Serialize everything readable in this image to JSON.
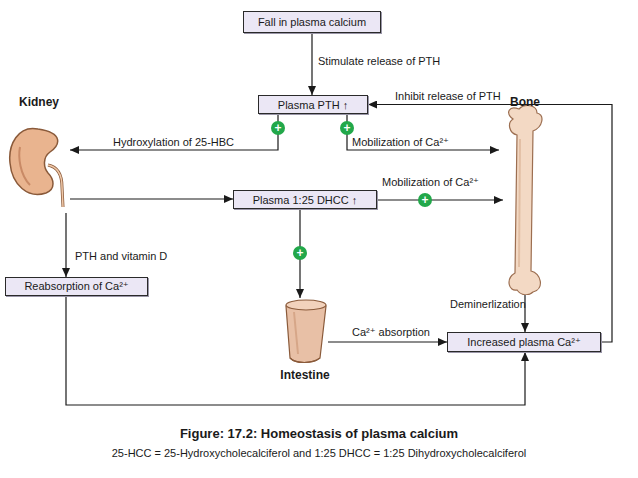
{
  "diagram": {
    "caption": "Figure: 17.2: Homeostasis of plasma calcium",
    "nodes": [
      {
        "text": [
          "Fall in plasma calcium"
        ]
      },
      {
        "text": [
          "Plasma PTH ↑"
        ]
      },
      {
        "text": [
          "Kidney"
        ]
      },
      {
        "text": [
          "Bone"
        ]
      },
      {
        "text": [
          "Plasma 1:25 DHCC ↑"
        ]
      },
      {
        "text": [
          "Reabsorption of Ca²⁺"
        ]
      },
      {
        "text": [
          "Intestine"
        ]
      },
      {
        "text": [
          "Increased plasma Ca²⁺"
        ]
      }
    ],
    "edges": [
      {
        "from": 0,
        "to": 1,
        "label": "Stimulate release of PTH",
        "arrow": "to"
      },
      {
        "from": 1,
        "to": 2,
        "label": "Hydroxylation of 25-HBC",
        "arrow": "to"
      },
      {
        "from": 1,
        "to": 3,
        "label": "Mobilization of Ca²⁺",
        "arrow": "to"
      },
      {
        "from": 2,
        "to": 4,
        "arrow": "to"
      },
      {
        "from": 4,
        "to": 3,
        "label": "Mobilization of Ca²⁺",
        "arrow": "to"
      },
      {
        "from": 4,
        "to": 6,
        "arrow": "to"
      },
      {
        "from": 2,
        "to": 5,
        "label": "PTH and vitamin D",
        "arrow": "to"
      },
      {
        "from": 6,
        "to": 7,
        "label": "Ca²⁺ absorption",
        "arrow": "to"
      },
      {
        "from": 3,
        "to": 7,
        "label": "Deminerlization",
        "arrow": "to"
      },
      {
        "from": 5,
        "to": 7,
        "arrow": "to"
      },
      {
        "from": 7,
        "to": 1,
        "label": "Inhibit release of PTH",
        "arrow": "to"
      }
    ],
    "labels": [
      "+",
      "+",
      "+",
      "+",
      "25-HCC = 25-Hydroxycholecalciferol and 1:25 DHCC = 1:25 Dihydroxycholecalciferol"
    ]
  }
}
